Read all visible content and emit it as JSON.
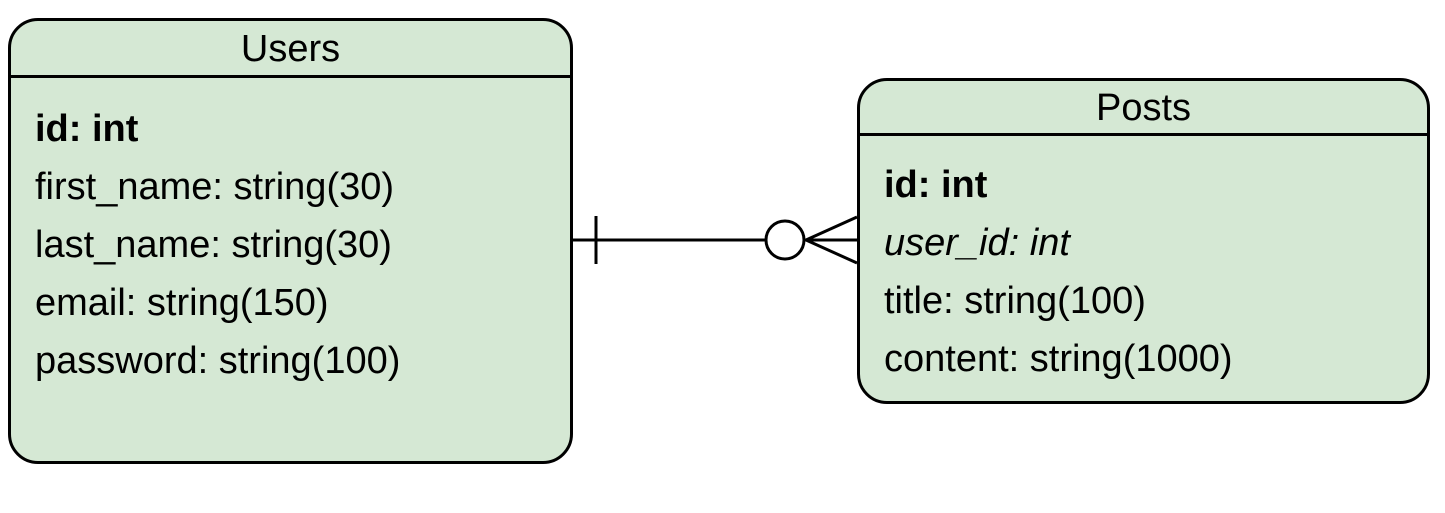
{
  "entities": {
    "users": {
      "name": "Users",
      "attributes": [
        {
          "text": "id: int",
          "role": "pk"
        },
        {
          "text": "first_name: string(30)",
          "role": "attr"
        },
        {
          "text": "last_name: string(30)",
          "role": "attr"
        },
        {
          "text": "email: string(150)",
          "role": "attr"
        },
        {
          "text": "password: string(100)",
          "role": "attr"
        }
      ]
    },
    "posts": {
      "name": "Posts",
      "attributes": [
        {
          "text": "id: int",
          "role": "pk"
        },
        {
          "text": "user_id: int",
          "role": "fk"
        },
        {
          "text": "title: string(100)",
          "role": "attr"
        },
        {
          "text": "content: string(1000)",
          "role": "attr"
        }
      ]
    }
  },
  "relationship": {
    "from": "users",
    "to": "posts",
    "from_cardinality": "one",
    "to_cardinality": "zero-or-many"
  },
  "colors": {
    "entity_fill": "#d5e8d4",
    "stroke": "#000000",
    "background": "#ffffff"
  }
}
